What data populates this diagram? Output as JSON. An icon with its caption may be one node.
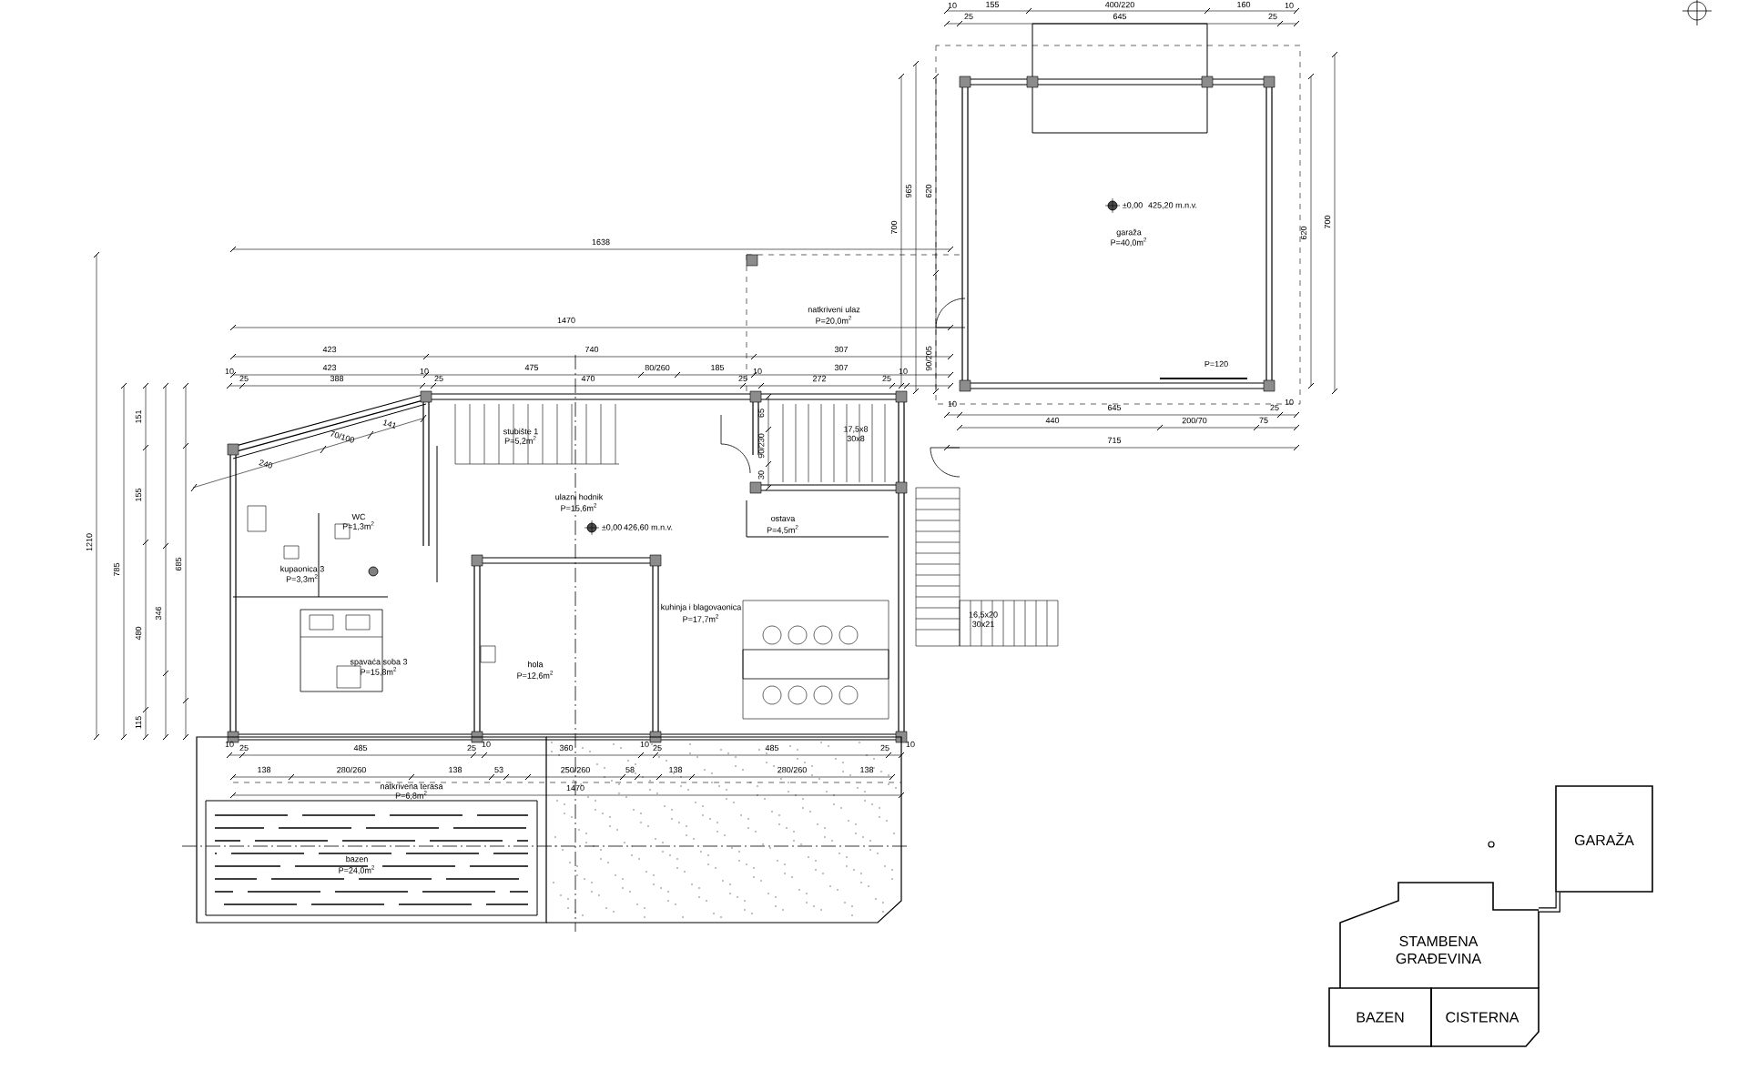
{
  "diagram": {
    "nodes": [
      {
        "text": [
          "GARAŽA"
        ]
      },
      {
        "text": [
          "STAMBENA GRAĐEVINA"
        ]
      },
      {
        "text": [
          "BAZEN"
        ]
      },
      {
        "text": [
          "CISTERNA"
        ]
      }
    ],
    "edges": [
      {
        "from": 1,
        "to": 0,
        "arrow": "none"
      }
    ],
    "labels": [
      "1638",
      "1470",
      "423",
      "740",
      "307",
      "423",
      "475",
      "80/260",
      "185",
      "307",
      "10",
      "25",
      "388",
      "10",
      "25",
      "470",
      "25",
      "10",
      "272",
      "25",
      "10",
      "10",
      "155",
      "400/220",
      "160",
      "10",
      "25",
      "645",
      "25",
      "10",
      "645",
      "25",
      "10",
      "440",
      "200/70",
      "75",
      "715",
      "965",
      "700",
      "620",
      "90/205",
      "700",
      "620",
      "1210",
      "785",
      "151",
      "155",
      "480",
      "115",
      "346",
      "685",
      "65",
      "90/230",
      "30",
      "240",
      "70/100",
      "141",
      "10",
      "25",
      "485",
      "25",
      "10",
      "360",
      "10",
      "25",
      "485",
      "25",
      "10",
      "138",
      "280/260",
      "138",
      "53",
      "250/260",
      "58",
      "138",
      "280/260",
      "138",
      "1470",
      "garaža",
      "P=40,0m$^{2}$",
      "natkriveni ulaz",
      "P=20,0m$^{2}$",
      "stubište 1",
      "P=5,2m$^{2}$",
      "ulazni hodnik",
      "P=15,6m$^{2}$",
      "WC",
      "P=1,3m$^{2}$",
      "kupaonica 3",
      "P=3,3m$^{2}$",
      "spavaća soba 3",
      "P=15,8m$^{2}$",
      "hola",
      "P=12,6m$^{2}$",
      "ostava",
      "P=4,5m$^{2}$",
      "kuhinja i blagovaonica",
      "P=17,7m$^{2}$",
      "natkrivena terasa",
      "P=6,8m$^{2}$",
      "bazen",
      "P=24,0m$^{2}$",
      "17,5x8",
      "30x8",
      "16,5x20",
      "30x21",
      "±0,00",
      "426,60 m.n.v.",
      "±0,00",
      "425,20 m.n.v.",
      "P=120"
    ]
  }
}
